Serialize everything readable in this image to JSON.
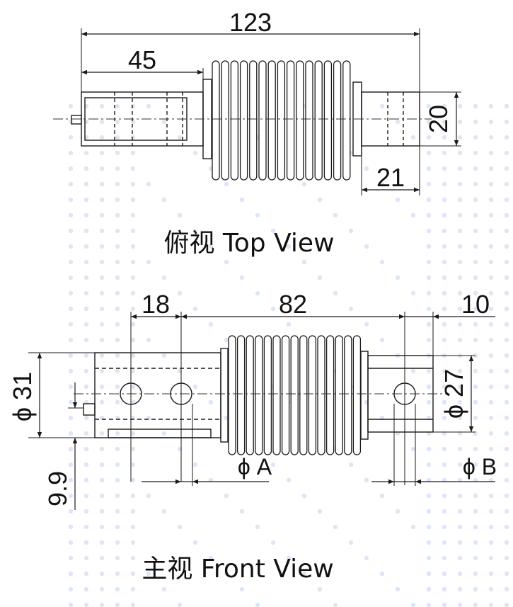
{
  "top_view": {
    "caption": "俯视 Top View",
    "dims": {
      "overall_length": "123",
      "left_block_length": "45",
      "height": "20",
      "right_stub_length": "21"
    }
  },
  "front_view": {
    "caption": "主视 Front View",
    "dims": {
      "hole_pitch": "18",
      "center_distance": "82",
      "right_offset": "10",
      "left_height": "ϕ 31",
      "right_height": "ϕ 27",
      "offset": "9.9",
      "hole_a": "ϕ A",
      "hole_b": "ϕ B"
    }
  },
  "colors": {
    "line": "#1a1a1a",
    "centerline": "#333333",
    "bg_dots": "#dbe7f5"
  }
}
